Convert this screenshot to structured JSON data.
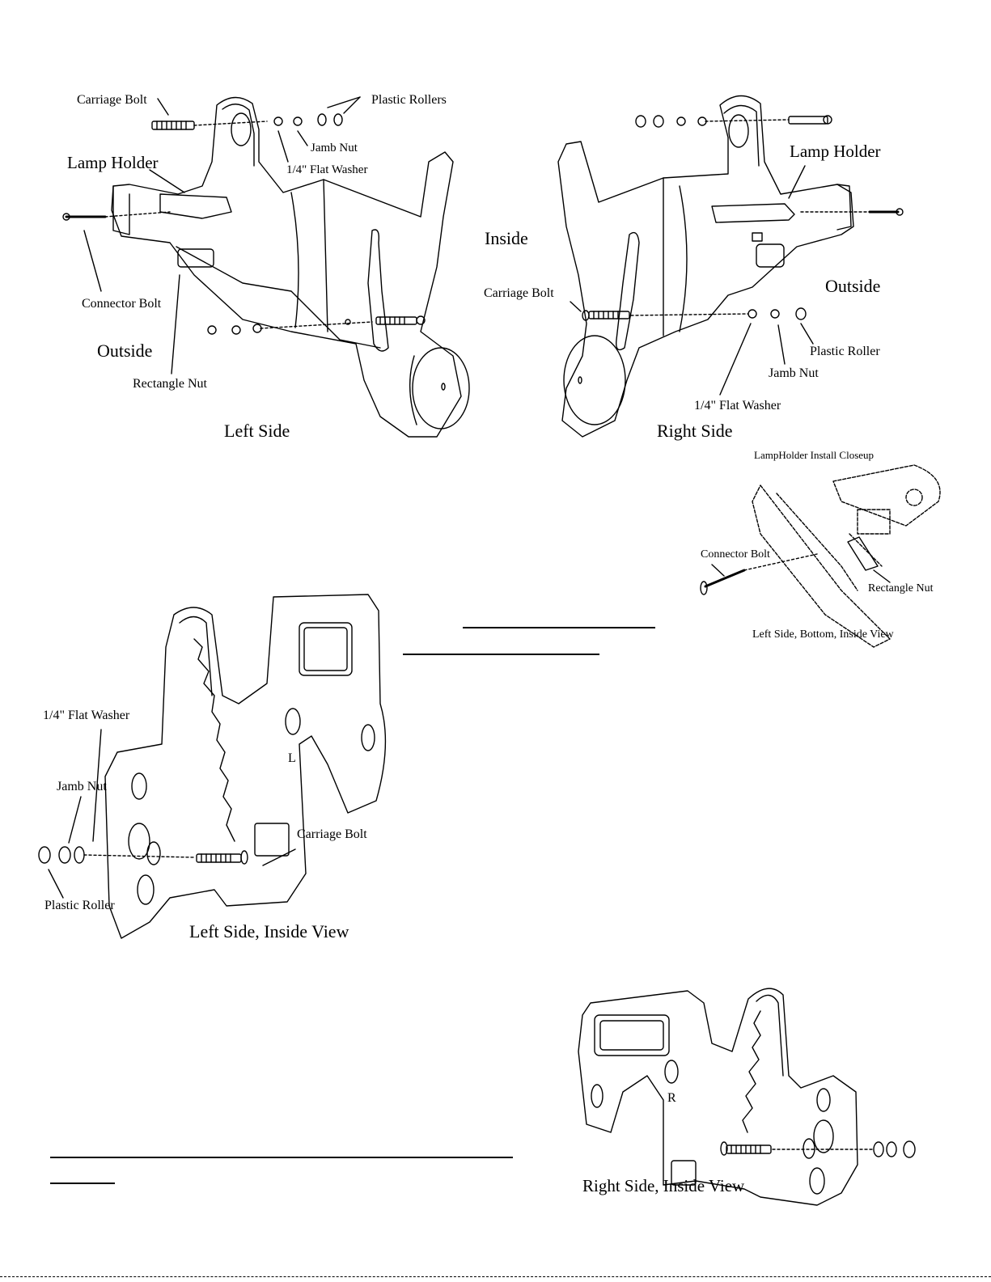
{
  "diagram_top_left": {
    "carriage_bolt": "Carriage Bolt",
    "plastic_rollers": "Plastic Rollers",
    "jamb_nut": "Jamb Nut",
    "flat_washer": "1/4\" Flat Washer",
    "lamp_holder": "Lamp Holder",
    "connector_bolt": "Connector Bolt",
    "outside": "Outside",
    "rectangle_nut": "Rectangle Nut",
    "caption": "Left Side"
  },
  "diagram_top_right": {
    "inside": "Inside",
    "lamp_holder": "Lamp Holder",
    "outside": "Outside",
    "carriage_bolt": "Carriage Bolt",
    "plastic_roller": "Plastic Roller",
    "jamb_nut": "Jamb Nut",
    "flat_washer": "1/4\" Flat Washer",
    "caption": "Right Side"
  },
  "closeup": {
    "title": "LampHolder Install Closeup",
    "connector_bolt": "Connector Bolt",
    "rectangle_nut": "Rectangle Nut",
    "caption": "Left Side, Bottom, Inside View"
  },
  "left_inside": {
    "flat_washer": "1/4\" Flat Washer",
    "jamb_nut": "Jamb Nut",
    "carriage_bolt": "Carriage Bolt",
    "plastic_roller": "Plastic Roller",
    "caption": "Left Side, Inside View"
  },
  "right_inside": {
    "caption": "Right Side, Inside View",
    "side_mark": "R"
  },
  "left_side_mark": "L"
}
